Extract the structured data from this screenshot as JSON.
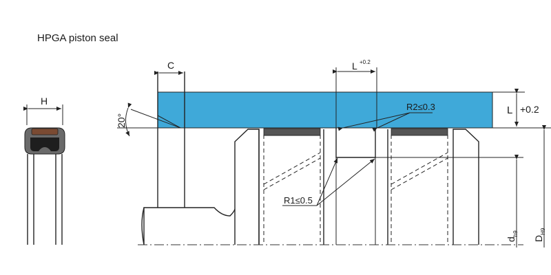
{
  "title": "HPGA piston seal",
  "colors": {
    "seal_fill": "#3fa9d9",
    "profile_brown": "#7a4a32",
    "profile_dark": "#2b2b2b",
    "land_top": "#555555",
    "line": "#222222"
  },
  "labels": {
    "H": "H",
    "C": "C",
    "L_top": "L",
    "L_top_tol": "+0.2",
    "L_right": "L",
    "L_right_tol": "+0.2",
    "angle": "20°",
    "r2": "R2≤0.3",
    "r1": "R1≤0.5",
    "d": "d",
    "d_sub": "h9",
    "D": "D",
    "D_sub": "H9"
  }
}
